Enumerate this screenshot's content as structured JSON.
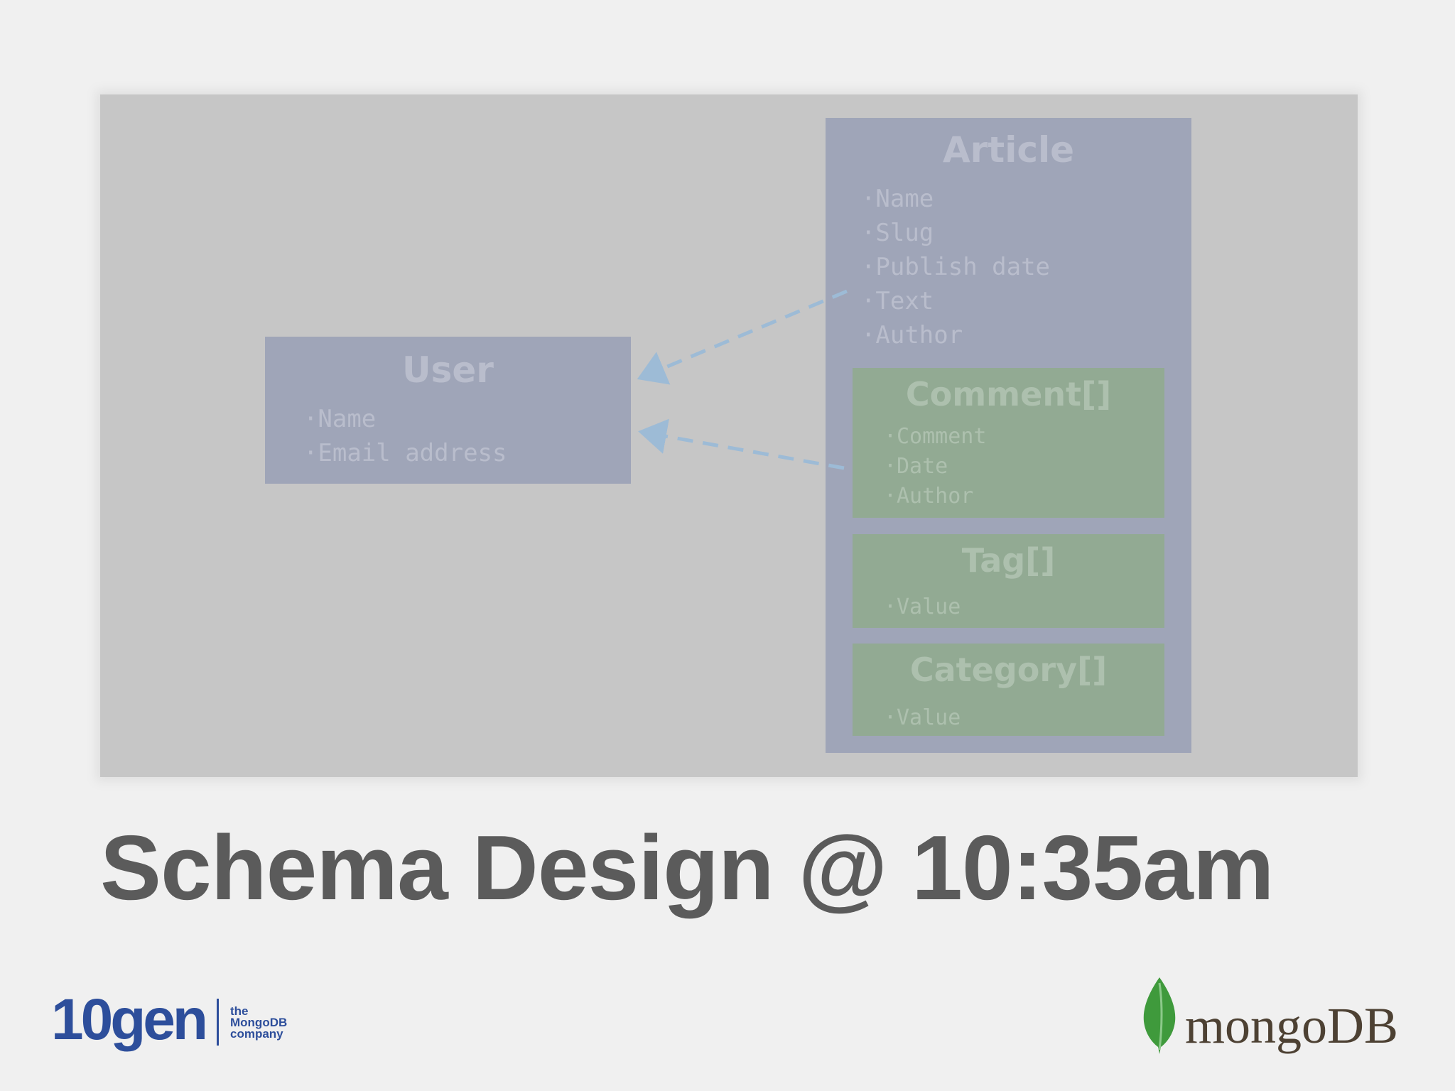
{
  "slide": {
    "title": "Schema Design @ 10:35am"
  },
  "diagram": {
    "user": {
      "title": "User",
      "fields": [
        "Name",
        "Email address"
      ]
    },
    "article": {
      "title": "Article",
      "fields": [
        "Name",
        "Slug",
        "Publish date",
        "Text",
        "Author"
      ],
      "embedded": [
        {
          "title": "Comment[]",
          "fields": [
            "Comment",
            "Date",
            "Author"
          ]
        },
        {
          "title": "Tag[]",
          "fields": [
            "Value"
          ]
        },
        {
          "title": "Category[]",
          "fields": [
            "Value"
          ]
        }
      ]
    }
  },
  "logos": {
    "left": {
      "wordmark": "10gen",
      "tagline": "the\nMongoDB\ncompany"
    },
    "right": {
      "wordmark": "mongoDB"
    }
  },
  "colors": {
    "entity_box": "#9fa5b8",
    "embedded_box": "#92aa93",
    "connector": "#9dbbd6",
    "title_text": "#5b5b5b",
    "brand_10gen": "#2d4e9b",
    "brand_mongodb_leaf": "#3f9a3c"
  }
}
